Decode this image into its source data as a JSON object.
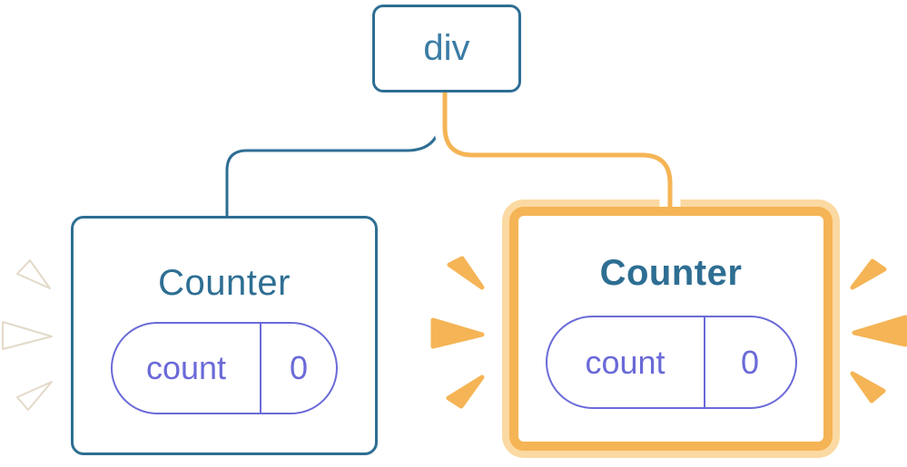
{
  "colors": {
    "blue": "#2e6e93",
    "blue_text": "#3a7ca5",
    "indigo": "#6a6ad8",
    "orange": "#f5b455",
    "orange_light": "#fbd9a2",
    "spark_edge": "#e3d9c8"
  },
  "root": {
    "label": "div"
  },
  "counters": {
    "left": {
      "title": "Counter",
      "state": {
        "key": "count",
        "value": "0"
      },
      "highlighted": false
    },
    "right": {
      "title": "Counter",
      "state": {
        "key": "count",
        "value": "0"
      },
      "highlighted": true
    }
  }
}
